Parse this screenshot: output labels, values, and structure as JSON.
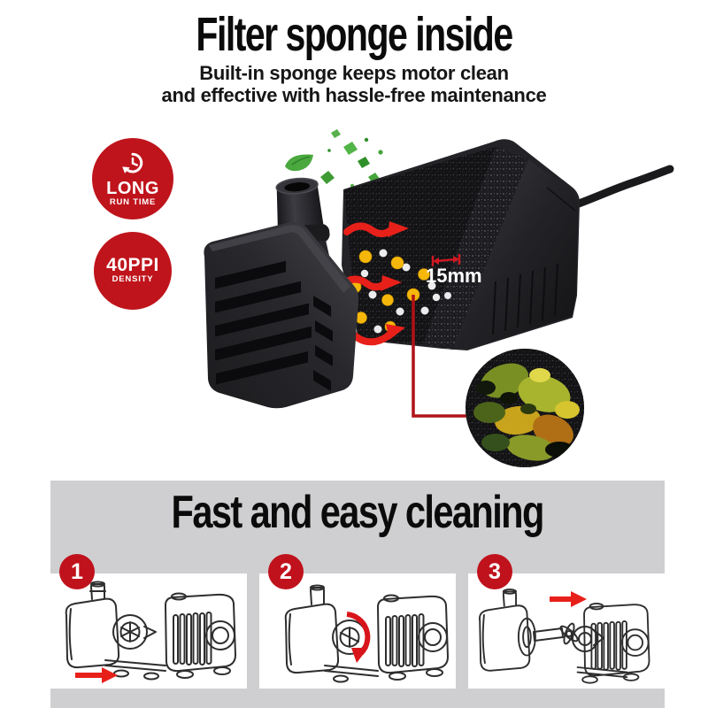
{
  "header": {
    "title": "Filter sponge inside",
    "subtitle_line1": "Built-in sponge keeps motor clean",
    "subtitle_line2": "and effective with hassle-free maintenance"
  },
  "badges": {
    "run_time": {
      "icon": "clock-cycle-icon",
      "line1": "LONG",
      "line2": "RUN TIME"
    },
    "density": {
      "line1": "40PPI",
      "line2": "DENSITY"
    }
  },
  "product": {
    "measurement_label": "15mm",
    "annotations": [
      "water-flow-arrows",
      "debris-dots",
      "sponge-zoom-inset",
      "floating-leaves",
      "power-cable"
    ]
  },
  "cleaning": {
    "title": "Fast and easy cleaning",
    "steps": [
      {
        "number": "1",
        "icon": "slide-apart-arrow-icon"
      },
      {
        "number": "2",
        "icon": "rotate-cover-arrow-icon"
      },
      {
        "number": "3",
        "icon": "pull-impeller-arrow-icon"
      }
    ]
  },
  "colors": {
    "badge_red": "#bf141c",
    "arrow_red": "#e8201a",
    "section_gray": "#cfcfd1",
    "pump_black": "#232327",
    "dot_yellow": "#f5b80a",
    "leaf_green": "#4aa83e",
    "ink": "#0d0d0d"
  }
}
